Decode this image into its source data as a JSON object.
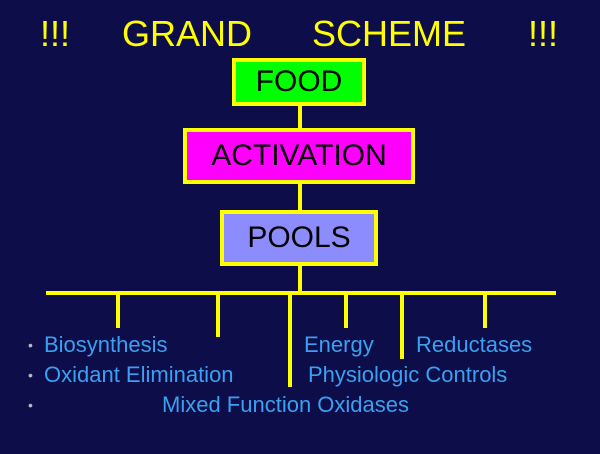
{
  "title": {
    "left": "!!!",
    "grand": "GRAND",
    "scheme": "SCHEME",
    "right": "!!!"
  },
  "boxes": {
    "food": {
      "label": "FOOD",
      "color": "#00ff00"
    },
    "activation": {
      "label": "ACTIVATION",
      "color": "#ff00ff"
    },
    "pools": {
      "label": "POOLS",
      "color": "#8c8cff"
    }
  },
  "colors": {
    "background": "#0d0d4a",
    "lines": "#ffff00",
    "title": "#ffff00",
    "items": "#3aa0f0"
  },
  "items": {
    "biosynthesis": "Biosynthesis",
    "energy": "Energy",
    "reductases": "Reductases",
    "oxidant_elimination": "Oxidant Elimination",
    "physiologic_controls": "Physiologic Controls",
    "mixed_function_oxidases": "Mixed Function Oxidases"
  },
  "bullet_glyph": "•"
}
